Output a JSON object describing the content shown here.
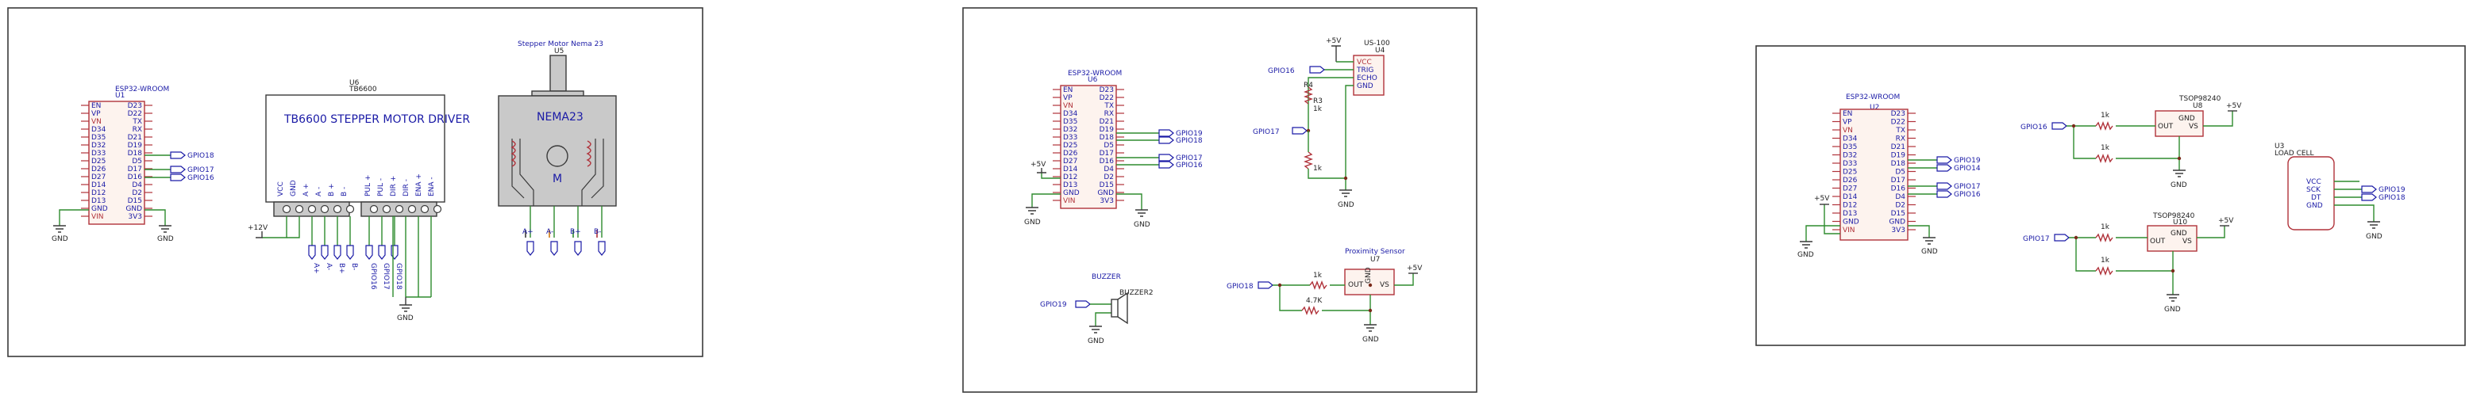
{
  "esp32": {
    "name": "ESP32-WROOM",
    "ref1": "U1",
    "ref2": "U6",
    "ref3": "U2",
    "left_pins": [
      "EN",
      "VP",
      "VN",
      "D34",
      "D35",
      "D32",
      "D33",
      "D25",
      "D26",
      "D27",
      "D14",
      "D12",
      "D13",
      "GND",
      "VIN"
    ],
    "right_pins": [
      "D23",
      "D22",
      "TX",
      "RX",
      "D21",
      "D19",
      "D18",
      "D5",
      "D17",
      "D16",
      "D4",
      "D2",
      "D15",
      "GND",
      "3V3"
    ]
  },
  "driver": {
    "ref": "U6",
    "value": "TB6600",
    "title": "TB6600 STEPPER MOTOR DRIVER",
    "pins_left": [
      "VCC",
      "GND",
      "A +",
      "A -",
      "B +",
      "B -"
    ],
    "pins_right": [
      "PUL +",
      "PUL -",
      "DIR +",
      "DIR -",
      "ENA +",
      "ENA -"
    ],
    "bottom_left": [
      "A+",
      "A-",
      "B+",
      "B-"
    ],
    "bottom_right": [
      "GPIO16",
      "GPIO17",
      "GPIO18"
    ]
  },
  "motor": {
    "title": "Stepper Motor Nema 23",
    "ref": "U5",
    "name": "NEMA23",
    "letter": "M",
    "pins": [
      "A+",
      "A-",
      "B+",
      "B-"
    ]
  },
  "ultrasonic": {
    "ref": "U4",
    "name": "US-100",
    "pins": [
      "VCC",
      "TRIG",
      "ECHO",
      "GND"
    ],
    "trig_net": "GPIO16",
    "echo_net": "GPIO17",
    "r3_ref": "R3",
    "r3_val": "1k",
    "r4_ref": "R4",
    "r4_val": "1k"
  },
  "buzzer": {
    "label": "BUZZER",
    "ref": "BUZZER2",
    "net": "GPIO19"
  },
  "proximity": {
    "title": "Proximity Sensor",
    "ref": "U7",
    "net": "GPIO18",
    "r1_val": "1k",
    "r2_val": "4.7K",
    "pins": [
      "OUT",
      "GND",
      "VS"
    ]
  },
  "tsop": {
    "value": "TSOP98240",
    "ref1": "U8",
    "ref2": "U10",
    "net1": "GPIO16",
    "net2": "GPIO17",
    "r_val": "1k",
    "pins": [
      "OUT",
      "GND",
      "VS"
    ]
  },
  "loadcell": {
    "ref": "U3",
    "name": "LOAD CELL",
    "pins": [
      "VCC",
      "SCK",
      "DT",
      "GND"
    ],
    "sck_net": "GPIO19",
    "dt_net": "GPIO18"
  },
  "nets": {
    "gnd": "GND",
    "v5": "+5V",
    "v12": "+12V",
    "gpio18": "GPIO18",
    "gpio17": "GPIO17",
    "gpio16": "GPIO16",
    "gpio19": "GPIO19",
    "gpio14": "GPIO14"
  }
}
